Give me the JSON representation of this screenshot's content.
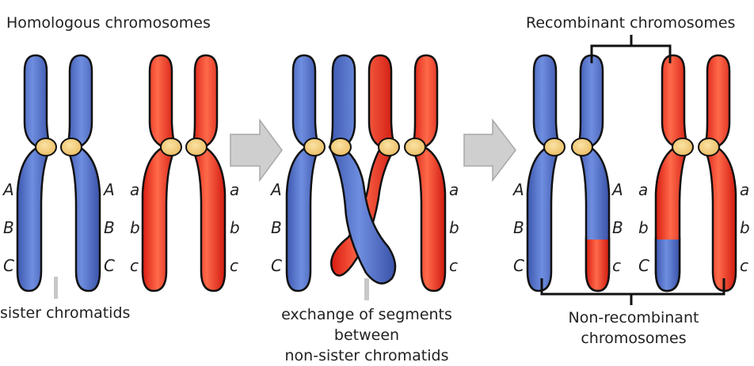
{
  "labels": {
    "homologous": "Homologous chromosomes",
    "recombinant": "Recombinant chromosomes",
    "sister": "sister chromatids",
    "exchange_line1": "exchange of segments between",
    "exchange_line2": "non-sister chromatids",
    "nonrecomb_line1": "Non-recombinant",
    "nonrecomb_line2": "chromosomes"
  },
  "alleles": {
    "A": "A",
    "B": "B",
    "C": "C",
    "a": "a",
    "b": "b",
    "c": "c"
  },
  "colors": {
    "blue": "#4a67c0",
    "red": "#e8271c",
    "centromere": "#f5cf7a",
    "arrow": "#cfcfcf"
  }
}
